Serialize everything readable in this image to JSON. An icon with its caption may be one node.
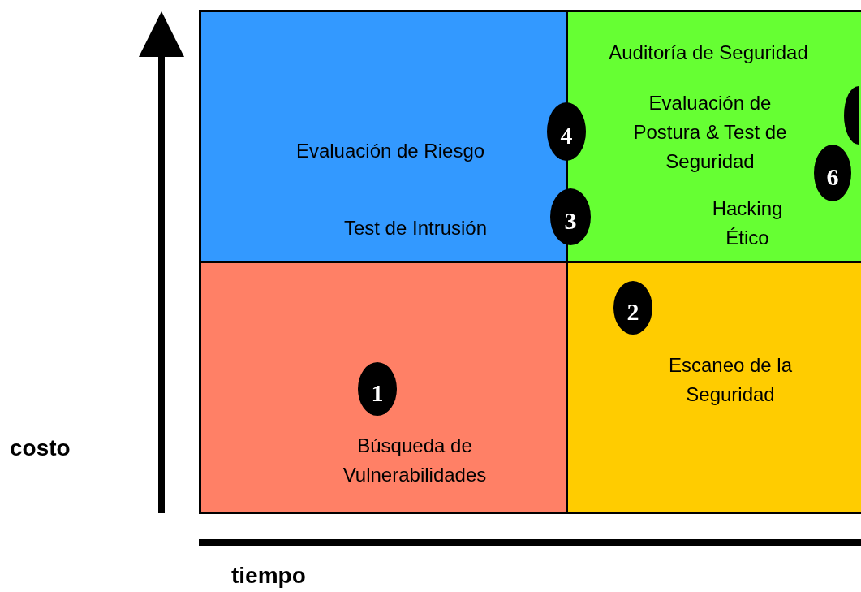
{
  "diagram": {
    "nodes": [
      {
        "text": [
          "Evaluación de Riesgo",
          "Test de Intrusión"
        ]
      },
      {
        "text": [
          "Auditoría de Seguridad",
          "Evaluación de Postura & Test de Seguridad",
          "Hacking Ético"
        ]
      },
      {
        "text": [
          "Búsqueda de Vulnerabilidades"
        ]
      },
      {
        "text": [
          "Escaneo  de la Seguridad"
        ]
      },
      {
        "text": [
          "4"
        ]
      },
      {
        "text": [],
        "shape": "circle",
        "in": 1
      },
      {
        "text": [
          "6"
        ],
        "in": 1
      },
      {
        "text": [
          "3"
        ]
      },
      {
        "text": [
          "2"
        ],
        "in": 3
      },
      {
        "text": [
          "1"
        ],
        "in": 2
      }
    ],
    "labels": [
      "costo",
      "tiempo"
    ]
  }
}
